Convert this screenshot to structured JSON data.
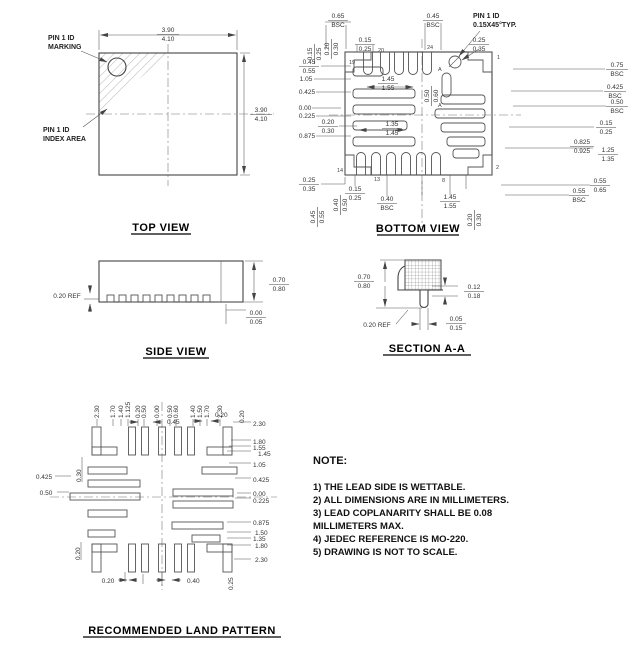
{
  "colors": {
    "background": "#ffffff",
    "line": "#444444",
    "text": "#333333"
  },
  "top_view": {
    "title": "TOP VIEW",
    "pin1_marking_l1": "PIN 1 ID",
    "pin1_marking_l2": "MARKING",
    "pin1_index_l1": "PIN 1 ID",
    "pin1_index_l2": "INDEX AREA",
    "width": {
      "a": "3.90",
      "b": "4.10"
    },
    "height": {
      "a": "3.90",
      "b": "4.10"
    }
  },
  "bottom_view": {
    "title": "BOTTOM VIEW",
    "pin1_callout_l1": "PIN 1 ID",
    "pin1_callout_l2": "0.15X45°TYP.",
    "section_mark": "A",
    "pins": {
      "p1": "1",
      "p2": "2",
      "p8": "8",
      "p13": "13",
      "p14": "14",
      "p19": "19",
      "p20": "20",
      "p24": "24"
    },
    "dims": {
      "pt": {
        "a": "0.65",
        "b": "BSC"
      },
      "tr1": {
        "a": "0.20",
        "b": "0.30"
      },
      "tr2": {
        "a": "0.15",
        "b": "0.25"
      },
      "tp": {
        "a": "0.15",
        "b": "0.25"
      },
      "pt2": {
        "a": "0.45",
        "b": "BSC"
      },
      "ch": {
        "a": "0.25",
        "b": "0.35"
      },
      "l1": {
        "a": "0.45",
        "b": "0.55"
      },
      "l2": "1.05",
      "l3": "0.425",
      "l4": "0.00",
      "l5": "0.225",
      "l6": {
        "a": "0.20",
        "b": "0.30"
      },
      "l7": "0.875",
      "l8": {
        "a": "0.25",
        "b": "0.35"
      },
      "l9": {
        "a": "0.45",
        "b": "0.55"
      },
      "l10": {
        "a": "0.40",
        "b": "0.50"
      },
      "r1": {
        "a": "0.75",
        "b": "BSC"
      },
      "r2": {
        "a": "0.425",
        "b": "BSC"
      },
      "r3": {
        "a": "0.50",
        "b": "BSC"
      },
      "r4": {
        "a": "0.15",
        "b": "0.25"
      },
      "r5": {
        "a": "0.825",
        "b": "0.925"
      },
      "r6": {
        "a": "1.25",
        "b": "1.35"
      },
      "r7": {
        "a": "0.55",
        "b": "0.65"
      },
      "r8": {
        "a": "0.55",
        "b": "BSC"
      },
      "b1": {
        "a": "0.15",
        "b": "0.25"
      },
      "b2": {
        "a": "0.40",
        "b": "BSC"
      },
      "b3": {
        "a": "1.45",
        "b": "1.55"
      },
      "b4": {
        "a": "0.20",
        "b": "0.30"
      },
      "in1": {
        "a": "1.45",
        "b": "1.55"
      },
      "in2": {
        "a": "0.50",
        "b": "0.60"
      },
      "in3": {
        "a": "1.35",
        "b": "1.45"
      }
    }
  },
  "side_view": {
    "title": "SIDE VIEW",
    "ref": "0.20 REF",
    "height": {
      "a": "0.70",
      "b": "0.80"
    },
    "standoff": {
      "a": "0.00",
      "b": "0.05"
    }
  },
  "section_aa": {
    "title": "SECTION A-A",
    "height": {
      "a": "0.70",
      "b": "0.80"
    },
    "ref": "0.20 REF",
    "lead": {
      "a": "0.12",
      "b": "0.18"
    },
    "wettable": {
      "a": "0.05",
      "b": "0.15"
    }
  },
  "land_pattern": {
    "title": "RECOMMENDED LAND PATTERN",
    "top_coords": [
      "2.30",
      "1.70",
      "1.40",
      "1.125",
      "0.20",
      "0.50",
      "0.00",
      "0.50",
      "0.60",
      "1.40",
      "1.50",
      "1.70",
      "2.30"
    ],
    "d045": "0.45",
    "d020a": "0.20",
    "d020b": "0.20",
    "right_coords": [
      "2.30",
      "1.80",
      "1.55",
      "1.45",
      "1.05",
      "0.425",
      "0.00",
      "0.225",
      "0.875",
      "1.50",
      "1.35",
      "1.80",
      "2.30"
    ],
    "l030": "0.30",
    "l0425": "0.425",
    "l050": "0.50",
    "l020": "0.20",
    "b020": "0.20",
    "b040": "0.40",
    "b025": "0.25"
  },
  "note": {
    "heading": "NOTE:",
    "lines": [
      "1) THE LEAD SIDE IS WETTABLE.",
      "2) ALL DIMENSIONS ARE IN MILLIMETERS.",
      "3) LEAD COPLANARITY SHALL BE 0.08",
      "MILLIMETERS MAX.",
      "4) JEDEC REFERENCE IS MO-220.",
      "5) DRAWING IS NOT TO SCALE."
    ]
  }
}
